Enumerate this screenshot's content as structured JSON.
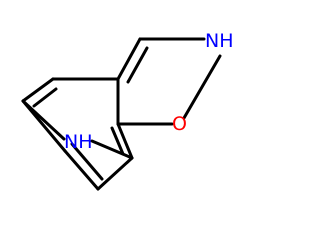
{
  "molecule": {
    "atoms": [
      {
        "id": "nh_ring",
        "label": "NH",
        "color": "#0000ff"
      },
      {
        "id": "o_ring",
        "label": "O",
        "color": "#ff0000"
      },
      {
        "id": "nh_bridge",
        "label": "NH",
        "color": "#0000ff"
      }
    ],
    "bond_color": "#000000"
  }
}
